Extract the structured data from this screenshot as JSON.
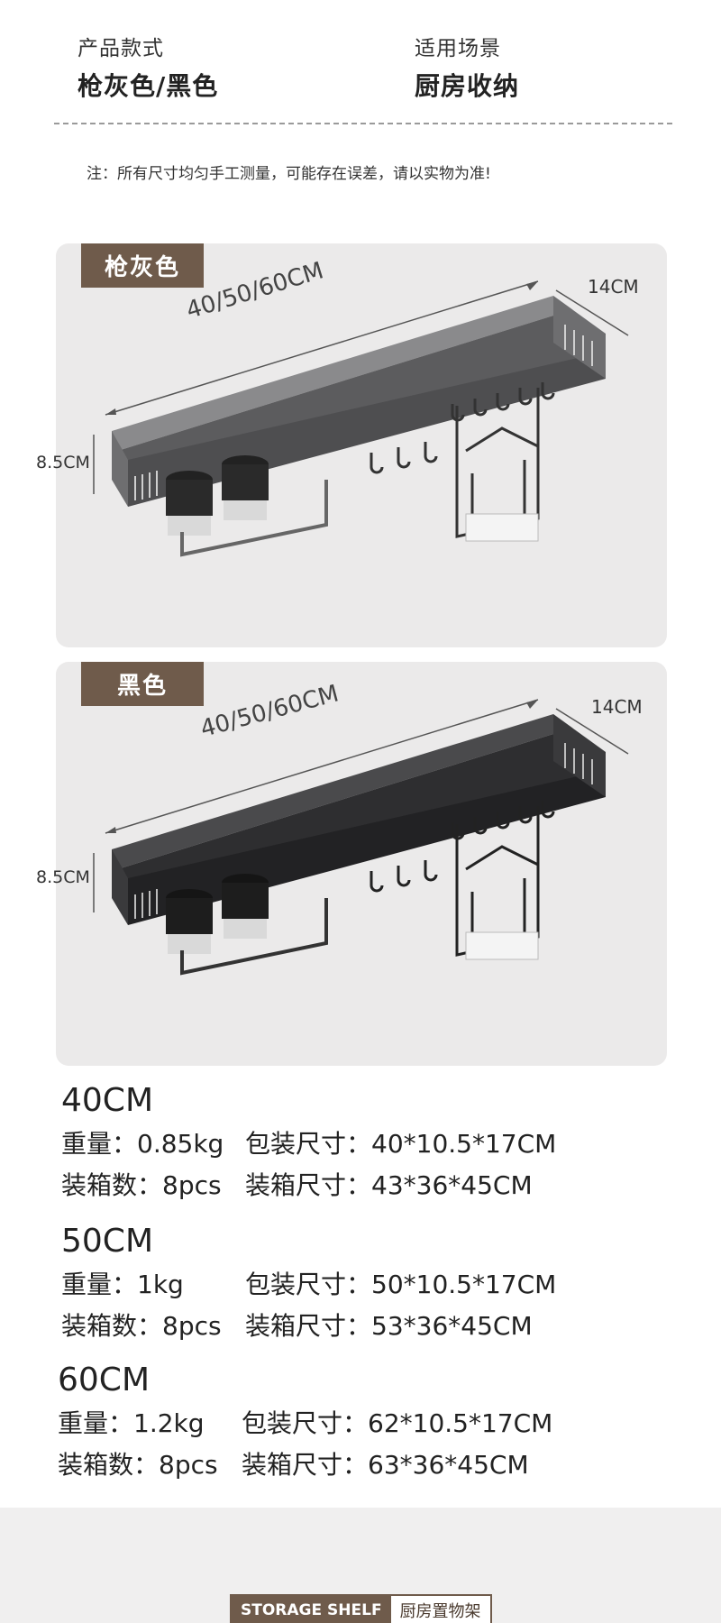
{
  "header": {
    "style_label": "产品款式",
    "style_value": "枪灰色/黑色",
    "scene_label": "适用场景",
    "scene_value": "厨房收纳"
  },
  "note": "注：所有尺寸均匀手工测量，可能存在误差，请以实物为准!",
  "variants": [
    {
      "tag": "枪灰色",
      "length": "40/50/60CM",
      "depth": "14CM",
      "height": "8.5CM",
      "body_color": "#6e6e70",
      "body_dark": "#4e4e50"
    },
    {
      "tag": "黑色",
      "length": "40/50/60CM",
      "depth": "14CM",
      "height": "8.5CM",
      "body_color": "#3a3a3c",
      "body_dark": "#222224"
    }
  ],
  "specs": [
    {
      "size": "40CM",
      "weight": "重量：0.85kg",
      "pack": "包装尺寸：40*10.5*17CM",
      "count": "装箱数：8pcs",
      "box": "装箱尺寸：43*36*45CM"
    },
    {
      "size": "50CM",
      "weight": "重量：1kg",
      "pack": "包装尺寸：50*10.5*17CM",
      "count": "装箱数：8pcs",
      "box": "装箱尺寸：53*36*45CM"
    },
    {
      "size": "60CM",
      "weight": "重量：1.2kg",
      "pack": "包装尺寸：62*10.5*17CM",
      "count": "装箱数：8pcs",
      "box": "装箱尺寸：63*36*45CM"
    }
  ],
  "footer": {
    "en": "STORAGE SHELF",
    "cn": "厨房置物架"
  },
  "colors": {
    "tag_bg": "#6f5b4b",
    "panel_bg": "#ebeaea"
  }
}
